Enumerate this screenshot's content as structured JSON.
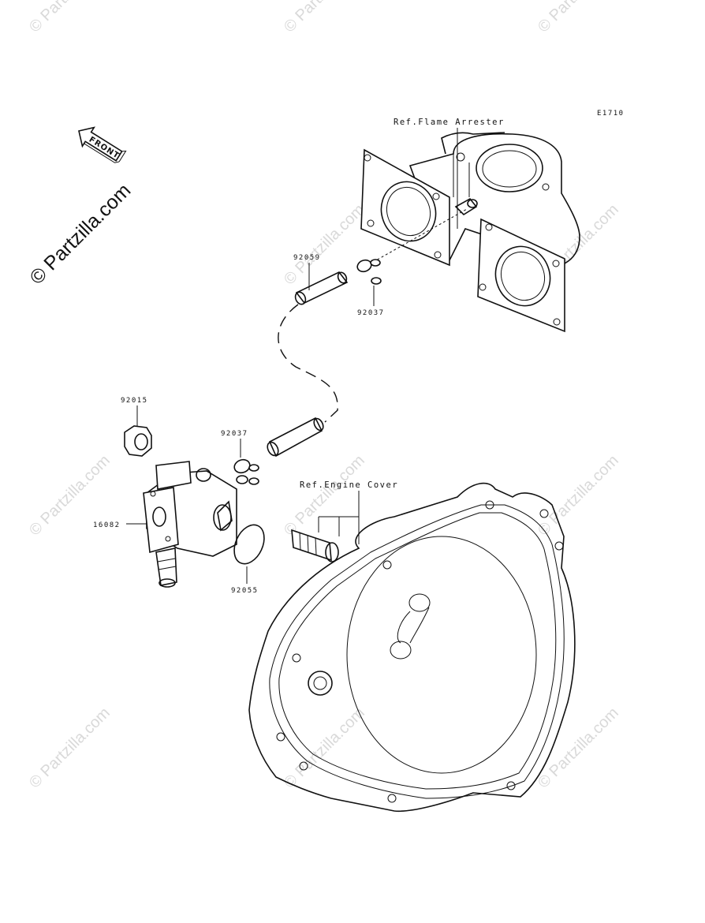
{
  "diagram": {
    "code": "E1710",
    "front_label": "FRONT",
    "ref_labels": {
      "flame_arrester": "Ref.Flame Arrester",
      "engine_cover": "Ref.Engine Cover"
    },
    "parts": [
      {
        "number": "92059",
        "component": "hose"
      },
      {
        "number": "92037",
        "component": "clamp-upper"
      },
      {
        "number": "92015",
        "component": "nut"
      },
      {
        "number": "92037",
        "component": "clamp-lower"
      },
      {
        "number": "16082",
        "component": "pump-body"
      },
      {
        "number": "92055",
        "component": "o-ring"
      }
    ]
  },
  "watermark": {
    "brand_text": "© Partzilla.com",
    "tile_text": "© Partzilla.com"
  }
}
